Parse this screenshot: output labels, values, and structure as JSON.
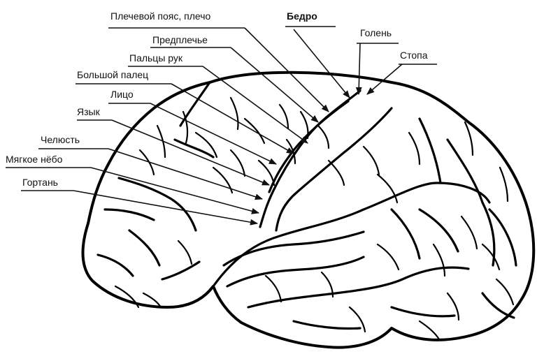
{
  "labels": {
    "shoulder": "Плечевой пояс, плечо",
    "thigh": "Бедро",
    "shin": "Голень",
    "foot": "Стопа",
    "forearm": "Предплечье",
    "fingers": "Пальцы рук",
    "thumb": "Большой палец",
    "face": "Лицо",
    "tongue": "Язык",
    "jaw": "Челюсть",
    "soft_palate": "Мягкое нёбо",
    "larynx": "Гортань"
  }
}
